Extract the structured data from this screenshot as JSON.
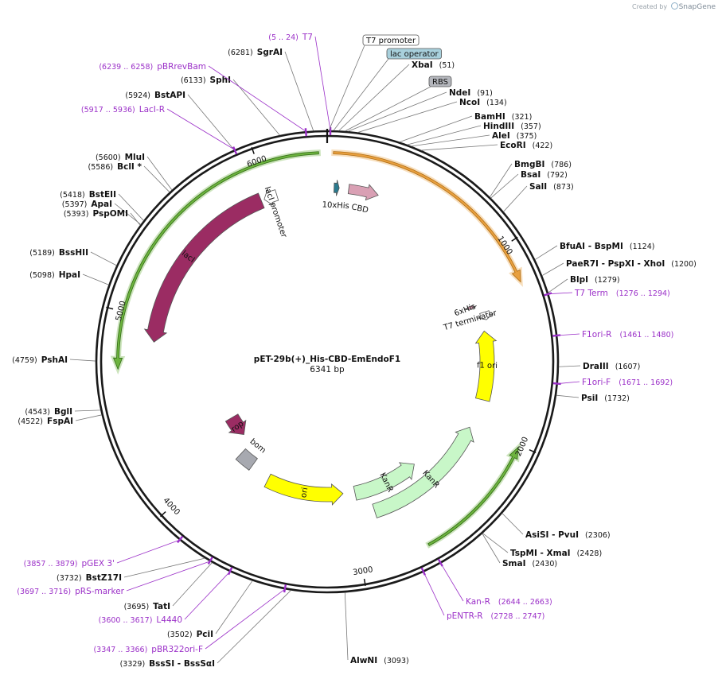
{
  "credit": {
    "prefix": "Created by",
    "brand": "SnapGene"
  },
  "plasmid": {
    "name": "pET-29b(+)_His-CBD-EmEndoF1",
    "length_label": "6341 bp",
    "length": 6341
  },
  "colors": {
    "backbone": "#1a1a1a",
    "primer": "#9b30c8",
    "lacI": "#9b2c63",
    "kanr": "#c8f7c8",
    "ori": "#ffff00",
    "orf_green": "#5a9e2a",
    "orf_orange": "#e39a3b",
    "bom": "#a7a9b0"
  },
  "ticks": [
    {
      "pos": 1000,
      "label": "1000"
    },
    {
      "pos": 2000,
      "label": "2000"
    },
    {
      "pos": 3000,
      "label": "3000"
    },
    {
      "pos": 4000,
      "label": "4000"
    },
    {
      "pos": 5000,
      "label": "5000"
    },
    {
      "pos": 6000,
      "label": "6000"
    }
  ],
  "features": [
    {
      "id": "f-orf-orange",
      "name": "",
      "start": 30,
      "end": 1190,
      "dir": 1,
      "kind": "orf",
      "color": "#e8a040"
    },
    {
      "id": "f-orf-green-left",
      "name": "",
      "start": 4720,
      "end": 6300,
      "dir": -1,
      "kind": "orf",
      "color": "#6db33f"
    },
    {
      "id": "f-orf-green-right",
      "name": "",
      "start": 2010,
      "end": 2660,
      "dir": -1,
      "kind": "orf",
      "color": "#6db33f"
    },
    {
      "id": "f-laci",
      "name": "lacI",
      "start": 4870,
      "end": 5950,
      "dir": -1,
      "kind": "cds",
      "color": "#9b2c63",
      "textcolor": "#ffffff"
    },
    {
      "id": "f-laci-promoter",
      "name": "lacI promoter",
      "start": 5968,
      "end": 6045,
      "dir": -1,
      "kind": "promoter",
      "color": "#ffffff"
    },
    {
      "id": "f-cbd",
      "name": "CBD",
      "start": 125,
      "end": 300,
      "dir": 1,
      "kind": "cds",
      "color": "#d9a0b4"
    },
    {
      "id": "f-10xhis",
      "name": "10xHis",
      "start": 40,
      "end": 70,
      "dir": 1,
      "kind": "tag",
      "color": "#2b7a8e"
    },
    {
      "id": "f-6xhis",
      "name": "6xHis",
      "start": 1212,
      "end": 1232,
      "dir": 1,
      "kind": "tag",
      "color": "#d9a0b4"
    },
    {
      "id": "f-t7term",
      "name": "T7 terminator",
      "start": 1276,
      "end": 1324,
      "dir": 1,
      "kind": "terminator",
      "color": "#ffffff"
    },
    {
      "id": "f-f1ori",
      "name": "f1 ori",
      "start": 1390,
      "end": 1828,
      "dir": -1,
      "kind": "ori",
      "color": "#ffff00"
    },
    {
      "id": "f-kanr1",
      "name": "KanR",
      "start": 2460,
      "end": 2960,
      "dir": -1,
      "kind": "cds",
      "color": "#c8f7c8"
    },
    {
      "id": "f-kanr2",
      "name": "KanR",
      "start": 2020,
      "end": 2860,
      "dir": -1,
      "kind": "cds",
      "color": "#c8f7c8"
    },
    {
      "id": "f-ori",
      "name": "ori",
      "start": 3050,
      "end": 3640,
      "dir": -1,
      "kind": "ori",
      "color": "#ffff00"
    },
    {
      "id": "f-bom",
      "name": "bom",
      "start": 3800,
      "end": 3930,
      "dir": 0,
      "kind": "misc",
      "color": "#a7a9b0"
    },
    {
      "id": "f-rop",
      "name": "rop",
      "start": 4030,
      "end": 4220,
      "dir": -1,
      "kind": "cds",
      "color": "#9b2c63",
      "textcolor": "#ffffff"
    }
  ],
  "enzymes": [
    {
      "name": "SgrAI",
      "pos_label": "(6281)",
      "site": 6281
    },
    {
      "name": "SphI",
      "pos_label": "(6133)",
      "site": 6133
    },
    {
      "name": "BstAPI",
      "pos_label": "(5924)",
      "site": 5924
    },
    {
      "name": "MluI",
      "pos_label": "(5600)",
      "site": 5600
    },
    {
      "name": "BclI *",
      "pos_label": "(5586)",
      "site": 5586
    },
    {
      "name": "BstEII",
      "pos_label": "(5418)",
      "site": 5418
    },
    {
      "name": "ApaI",
      "pos_label": "(5397)",
      "site": 5397
    },
    {
      "name": "PspOMI",
      "pos_label": "(5393)",
      "site": 5393
    },
    {
      "name": "BssHII",
      "pos_label": "(5189)",
      "site": 5189
    },
    {
      "name": "HpaI",
      "pos_label": "(5098)",
      "site": 5098
    },
    {
      "name": "PshAI",
      "pos_label": "(4759)",
      "site": 4759
    },
    {
      "name": "BglI",
      "pos_label": "(4543)",
      "site": 4543
    },
    {
      "name": "FspAI",
      "pos_label": "(4522)",
      "site": 4522
    },
    {
      "name": "XbaI",
      "pos_label": "(51)",
      "site": 51
    },
    {
      "name": "NdeI",
      "pos_label": "(91)",
      "site": 91
    },
    {
      "name": "NcoI",
      "pos_label": "(134)",
      "site": 134
    },
    {
      "name": "BamHI",
      "pos_label": "(321)",
      "site": 321
    },
    {
      "name": "HindIII",
      "pos_label": "(357)",
      "site": 357
    },
    {
      "name": "AleI",
      "pos_label": "(375)",
      "site": 375
    },
    {
      "name": "EcoRI",
      "pos_label": "(422)",
      "site": 422
    },
    {
      "name": "BmgBI",
      "pos_label": "(786)",
      "site": 786
    },
    {
      "name": "BsaI",
      "pos_label": "(792)",
      "site": 792
    },
    {
      "name": "SalI",
      "pos_label": "(873)",
      "site": 873
    },
    {
      "name": "BfuAI - BspMI",
      "pos_label": "(1124)",
      "site": 1124
    },
    {
      "name": "PaeR7I - PspXI - XhoI",
      "pos_label": "(1200)",
      "site": 1200
    },
    {
      "name": "BlpI",
      "pos_label": "(1279)",
      "site": 1279
    },
    {
      "name": "DraIII",
      "pos_label": "(1607)",
      "site": 1607
    },
    {
      "name": "PsiI",
      "pos_label": "(1732)",
      "site": 1732
    },
    {
      "name": "AsiSI - PvuI",
      "pos_label": "(2306)",
      "site": 2306
    },
    {
      "name": "TspMI - XmaI",
      "pos_label": "(2428)",
      "site": 2428
    },
    {
      "name": "SmaI",
      "pos_label": "(2430)",
      "site": 2430
    },
    {
      "name": "AlwNI",
      "pos_label": "(3093)",
      "site": 3093
    },
    {
      "name": "BssSI - BssSαI",
      "pos_label": "(3329)",
      "site": 3329
    },
    {
      "name": "PciI",
      "pos_label": "(3502)",
      "site": 3502
    },
    {
      "name": "TatI",
      "pos_label": "(3695)",
      "site": 3695
    },
    {
      "name": "BstZ17I",
      "pos_label": "(3732)",
      "site": 3732
    }
  ],
  "primers": [
    {
      "name": "T7",
      "pos_label": "(5 .. 24)",
      "site": 14
    },
    {
      "name": "pBRrevBam",
      "pos_label": "(6239 .. 6258)",
      "site": 6248
    },
    {
      "name": "LacI-R",
      "pos_label": "(5917 .. 5936)",
      "site": 5926
    },
    {
      "name": "T7 Term",
      "pos_label": "(1276 .. 1294)",
      "site": 1285
    },
    {
      "name": "F1ori-R",
      "pos_label": "(1461 .. 1480)",
      "site": 1470
    },
    {
      "name": "F1ori-F",
      "pos_label": "(1671 .. 1692)",
      "site": 1681
    },
    {
      "name": "Kan-R",
      "pos_label": "(2644 .. 2663)",
      "site": 2653
    },
    {
      "name": "pENTR-R",
      "pos_label": "(2728 .. 2747)",
      "site": 2737
    },
    {
      "name": "pBR322ori-F",
      "pos_label": "(3347 .. 3366)",
      "site": 3356
    },
    {
      "name": "L4440",
      "pos_label": "(3600 .. 3617)",
      "site": 3608
    },
    {
      "name": "pRS-marker",
      "pos_label": "(3697 .. 3716)",
      "site": 3706
    },
    {
      "name": "pGEX 3'",
      "pos_label": "(3857 .. 3879)",
      "site": 3868
    }
  ],
  "boxed_labels": [
    {
      "name": "T7 promoter",
      "site": 8,
      "fill": "#ffffff"
    },
    {
      "name": "lac operator",
      "site": 28,
      "fill": "#a8d0dc"
    },
    {
      "name": "RBS",
      "site": 78,
      "fill": "#b4b6bc"
    }
  ]
}
